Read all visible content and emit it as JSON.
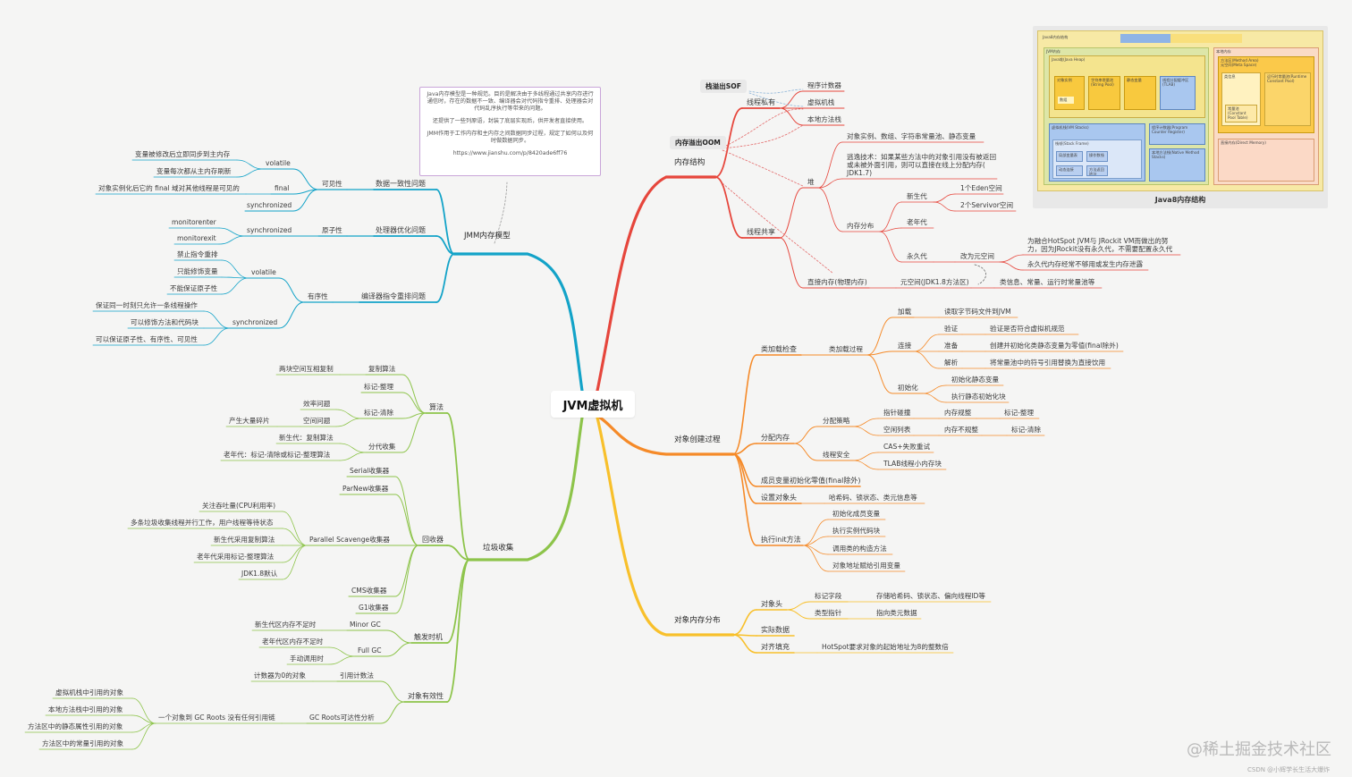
{
  "root": "JVM虚拟机",
  "colors": {
    "jmm": "#13a3c8",
    "gc": "#8dc44a",
    "memory": "#e6463c",
    "creation": "#f58a28",
    "layout": "#f8c02b",
    "note_border": "#c9a5d9",
    "callout_link": "#e36a6a"
  },
  "callouts": {
    "sof": "栈溢出SOF",
    "oom": "内存溢出OOM"
  },
  "note": {
    "paragraphs": [
      "Java内存模型是一种规范。目的是解决由于多线程通过共享内存进行通信时，存在的数据不一致、编译器会对代码指令重排、处理器会对代码乱序执行等带来的问题。",
      "还提供了一些列原语，封装了底层实现后，供开发者直接使用。",
      "JMM作用于工作内存和主内存之间数据同步过程，规定了如何以及何时做数据同步。",
      "https://www.jianshu.com/p/8420ade6ff76"
    ]
  },
  "jmm": {
    "title": "JMM内存模型",
    "consistency": "数据一致性问题",
    "visibility": "可见性",
    "volatile": "volatile",
    "vol_1": "变量被修改后立即同步到主内存",
    "vol_2": "变量每次都从主内存刷新",
    "final": "final",
    "final_1": "对象实例化后它的 final 域对其他线程是可见的",
    "sync": "synchronized",
    "processor": "处理器优化问题",
    "atomicity": "原子性",
    "monitorenter": "monitorenter",
    "monitorexit": "monitorexit",
    "reorder": "编译器指令重排问题",
    "ordering": "有序性",
    "vol_o1": "禁止指令重排",
    "vol_o2": "只能修饰变量",
    "vol_o3": "不能保证原子性",
    "sync_o1": "保证同一时刻只允许一条线程操作",
    "sync_o2": "可以修饰方法和代码块",
    "sync_o3": "可以保证原子性、有序性、可见性"
  },
  "gc": {
    "title": "垃圾收集",
    "algorithms": "算法",
    "copy": "复制算法",
    "copy_1": "两块空间互相复制",
    "mark_compact": "标记-整理",
    "mark_sweep": "标记-清除",
    "ms_1": "效率问题",
    "ms_2": "空间问题",
    "ms_3": "产生大量碎片",
    "generational": "分代收集",
    "gen_1": "新生代：复制算法",
    "gen_2": "老年代：标记-清除或标记-整理算法",
    "collectors": "回收器",
    "serial": "Serial收集器",
    "parnew": "ParNew收集器",
    "parallel": "Parallel Scavenge收集器",
    "ps_1": "关注吞吐量(CPU利用率)",
    "ps_2": "多条垃圾收集线程并行工作，用户线程等待状态",
    "ps_3": "新生代采用复制算法",
    "ps_4": "老年代采用标记-整理算法",
    "ps_5": "JDK1.8默认",
    "cms": "CMS收集器",
    "g1": "G1收集器",
    "triggers": "触发时机",
    "minor": "Minor GC",
    "minor_1": "新生代区内存不足时",
    "full": "Full GC",
    "full_1": "老年代区内存不足时",
    "full_2": "手动调用时",
    "liveness": "对象有效性",
    "refcount": "引用计数法",
    "ref_1": "计数器为0的对象",
    "gcroots": "GC Roots可达性分析",
    "gcr_1": "一个对象到 GC Roots 没有任何引用链",
    "root_1": "虚拟机栈中引用的对象",
    "root_2": "本地方法栈中引用的对象",
    "root_3": "方法区中的静态属性引用的对象",
    "root_4": "方法区中的常量引用的对象"
  },
  "memory": {
    "title": "内存结构",
    "private": "线程私有",
    "pc": "程序计数器",
    "vm_stack": "虚拟机栈",
    "native_stack": "本地方法栈",
    "shared": "线程共享",
    "heap": "堆",
    "heap_1": "对象实例、数组、字符串常量池、静态变量",
    "heap_2": "逃逸技术：如果某些方法中的对象引用没有被返回或未被外面引用，则可以直接在线上分配内存( JDK1.7)",
    "layout": "内存分布",
    "young": "新生代",
    "eden": "1个Eden空间",
    "survivor": "2个Servivor空间",
    "old": "老年代",
    "perm": "永久代",
    "to_meta": "改为元空间",
    "perm_1": "为融合HotSpot JVM与 JRockit VM而做出的努力，因为JRockit没有永久代，不需要配置永久代",
    "perm_2": "永久代内存经常不够用或发生内存泄露",
    "direct": "直接内存(物理内存)",
    "meta": "元空间(JDK1.8方法区)",
    "meta_1": "类信息、常量、运行时常量池等"
  },
  "creation": {
    "title": "对象创建过程",
    "class_check": "类加载检查",
    "class_load": "类加载过程",
    "load": "加载",
    "load_1": "读取字节码文件到JVM",
    "link": "连接",
    "verify": "验证",
    "verify_1": "验证是否符合虚拟机规范",
    "prepare": "准备",
    "prepare_1": "创建并初始化类静态变量为零值(final除外)",
    "resolve": "解析",
    "resolve_1": "将常量池中的符号引用替换为直接饮用",
    "init": "初始化",
    "init_1": "初始化静态变量",
    "init_2": "执行静态初始化块",
    "alloc": "分配内存",
    "strategy": "分配策略",
    "bump": "指针碰撞",
    "bump_1": "内存规整",
    "bump_2": "标记-整理",
    "freelist": "空闲列表",
    "freelist_1": "内存不规整",
    "freelist_2": "标记-清除",
    "thread_safe": "线程安全",
    "cas": "CAS+失败重试",
    "tlab": "TLAB线程小内存块",
    "zero": "成员变量初始化零值(final除外)",
    "header": "设置对象头",
    "header_1": "哈希码、锁状态、类元信息等",
    "init_method": "执行init方法",
    "im_1": "初始化成员变量",
    "im_2": "执行实例代码块",
    "im_3": "调用类的构造方法",
    "im_4": "对象地址赋给引用变量"
  },
  "layout": {
    "title": "对象内存分布",
    "obj_header": "对象头",
    "mark": "标记字段",
    "mark_1": "存储哈希码、锁状态、偏向线程ID等",
    "klass": "类型指针",
    "klass_1": "指向类元数据",
    "instance": "实际数据",
    "padding": "对齐填充",
    "padding_1": "HotSpot要求对象的起始地址为8的整数倍"
  },
  "thumbnail": {
    "caption": "Java8内存结构",
    "title": "Java8内存结构",
    "jvm": "JVM内存",
    "heap": "Java堆(Java Heap)",
    "young": "对象实例",
    "array": "数组",
    "string_pool": "字符串常量池(String Pool)",
    "static": "静态变量",
    "tlab": "线程分配缓冲区(TLAB)",
    "vm_stack": "虚拟机栈(VM Stacks)",
    "frame": "栈帧(Stack Frame)",
    "local_vars": "局部变量表",
    "operand": "操作数栈",
    "dynamic": "动态连接",
    "ret": "方法返回地址",
    "pc": "程序计数器(Program Counter Register)",
    "native": "本地方法栈(Native Method Stacks)",
    "local": "本地内存",
    "method_area": "方法区(Method Area)",
    "meta": "元空间(Meta Space)",
    "class_info": "类信息",
    "rt_pool": "运行时常量池(Runtime Constant Pool)",
    "const_pool": "常量池(Constant Pool Table)",
    "direct": "直接内存(Direct Memory)"
  },
  "watermark": "@稀土掘金技术社区",
  "csdn": "CSDN @小辉学长生活大爆炸"
}
